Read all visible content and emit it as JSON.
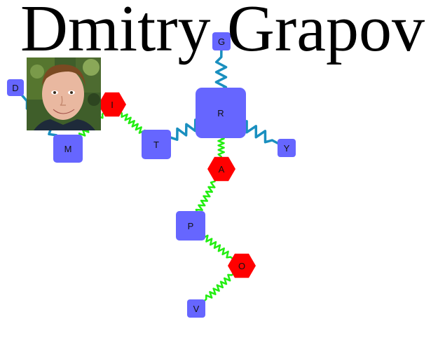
{
  "title": "Dmitry Grapov",
  "colors": {
    "background": "#ffffff",
    "square_node": "#6666ff",
    "hex_node": "#ff0000",
    "blue_spring": "#1a8fbf",
    "green_spring": "#22ee11"
  },
  "photo": {
    "icon": "portrait-photo"
  },
  "nodes": [
    {
      "id": "D",
      "label": "D",
      "shape": "square"
    },
    {
      "id": "M",
      "label": "M",
      "shape": "square"
    },
    {
      "id": "I",
      "label": "I",
      "shape": "hexagon"
    },
    {
      "id": "T",
      "label": "T",
      "shape": "square"
    },
    {
      "id": "G",
      "label": "G",
      "shape": "square"
    },
    {
      "id": "R",
      "label": "R",
      "shape": "square"
    },
    {
      "id": "Y",
      "label": "Y",
      "shape": "square"
    },
    {
      "id": "A",
      "label": "A",
      "shape": "hexagon"
    },
    {
      "id": "P",
      "label": "P",
      "shape": "square"
    },
    {
      "id": "O",
      "label": "O",
      "shape": "hexagon"
    },
    {
      "id": "V",
      "label": "V",
      "shape": "square"
    }
  ],
  "links": [
    {
      "from": "D",
      "to": "M",
      "style": "blue"
    },
    {
      "from": "M",
      "to": "I",
      "style": "green"
    },
    {
      "from": "I",
      "to": "T",
      "style": "green"
    },
    {
      "from": "T",
      "to": "R",
      "style": "blue"
    },
    {
      "from": "G",
      "to": "R",
      "style": "blue"
    },
    {
      "from": "R",
      "to": "Y",
      "style": "blue"
    },
    {
      "from": "R",
      "to": "A",
      "style": "green"
    },
    {
      "from": "A",
      "to": "P",
      "style": "green"
    },
    {
      "from": "P",
      "to": "O",
      "style": "green"
    },
    {
      "from": "O",
      "to": "V",
      "style": "green"
    }
  ]
}
